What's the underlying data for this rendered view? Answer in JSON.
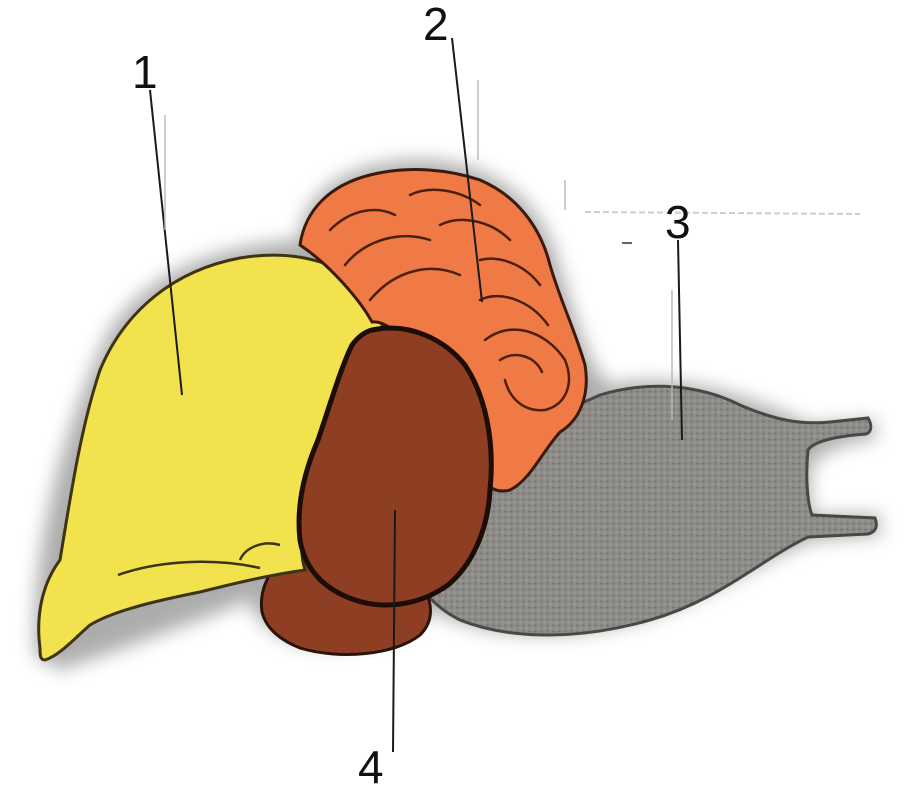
{
  "labels": {
    "one": "1",
    "two": "2",
    "three": "3",
    "four": "4"
  },
  "parts": [
    {
      "id": "part-1",
      "color": "#F2E24E"
    },
    {
      "id": "part-2",
      "color": "#F07A45"
    },
    {
      "id": "part-3",
      "color": "#8C8A86"
    },
    {
      "id": "part-4",
      "color": "#8E3E22"
    }
  ],
  "outline_color": "#1c120c"
}
